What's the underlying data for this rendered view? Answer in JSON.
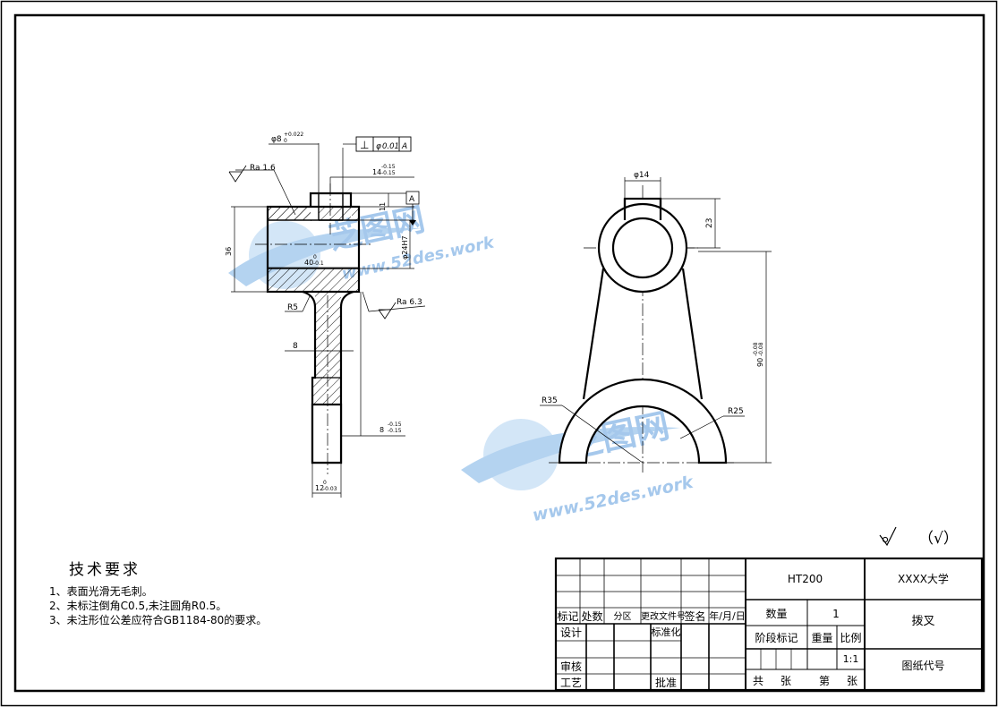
{
  "part_views": {
    "front": {
      "hole_dim": "φ8",
      "hole_tol_up": "+0.022",
      "hole_tol_low": "0",
      "geo_tol_symbol": "⊥",
      "geo_tol_value": "0.01",
      "geo_tol_datum": "A",
      "d14": "14",
      "d14_up": "-0.15",
      "d14_low": "-0.15",
      "roughness_1": "Ra 1.6",
      "roughness_2": "Ra 6.3",
      "d11": "11",
      "datum": "A",
      "d36": "36",
      "d40": "40",
      "d40_up": "0",
      "d40_low": "-0.1",
      "d24": "φ24H7",
      "r5": "R5",
      "d8": "8",
      "d8b": "8",
      "d8b_up": "-0.15",
      "d8b_low": "-0.15",
      "d12": "12",
      "d12_up": "0",
      "d12_low": "-0.03"
    },
    "side": {
      "d14": "φ14",
      "d23": "23",
      "d90": "90",
      "d90_up": "-0.08",
      "d90_low": "-0.08",
      "r35": "R35",
      "r25": "R25"
    }
  },
  "roughness_symbol": {
    "text": "（√）"
  },
  "watermark": {
    "name": "芝图网",
    "url": "www.52des.work"
  },
  "tech_requirements": {
    "title": "技术要求",
    "items": [
      "1、表面光滑无毛刺。",
      "2、未标注倒角C0.5,未注圆角R0.5。",
      "3、未注形位公差应符合GB1184-80的要求。"
    ]
  },
  "title_block": {
    "material": "HT200",
    "school": "XXXX大学",
    "part_name": "拨叉",
    "drawing_no": "图纸代号",
    "qty_label": "数量",
    "qty_value": "1",
    "stage_label": "阶段标记",
    "weight_label": "重量",
    "scale_label": "比例",
    "scale_value": "1:1",
    "total_label": "共",
    "sheet_unit": "张",
    "sheet_label": "第",
    "sheet_unit2": "张",
    "rev_headers": [
      "标记",
      "处数",
      "分区",
      "更改文件号",
      "签名",
      "年/月/日"
    ],
    "design": "设计",
    "standard": "标准化",
    "check": "审核",
    "process": "工艺",
    "approve": "批准"
  }
}
